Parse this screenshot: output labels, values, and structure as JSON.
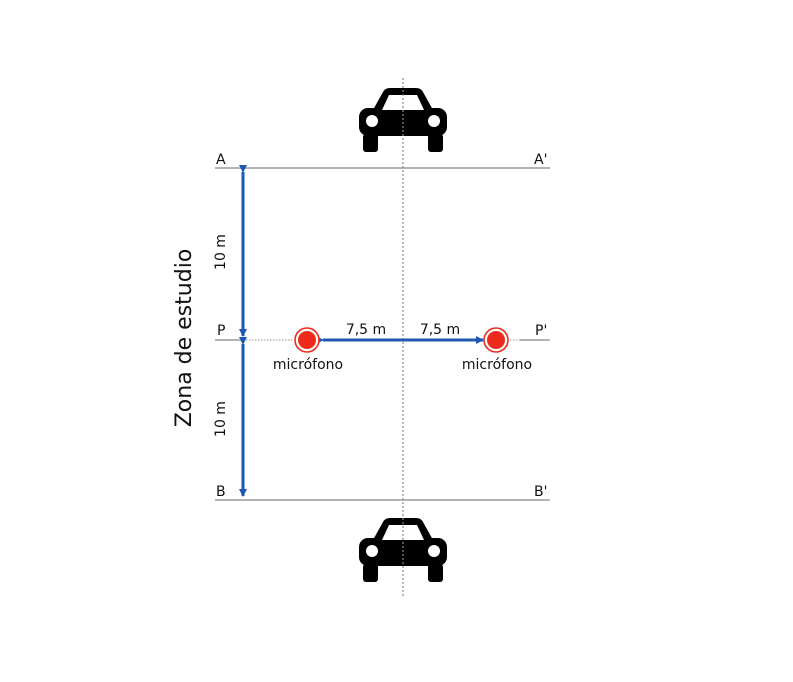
{
  "zone_label": "Zona de estudio",
  "points": {
    "a": "A",
    "a_prime": "A'",
    "p": "P",
    "p_prime": "P'",
    "b": "B",
    "b_prime": "B'"
  },
  "distances": {
    "upper_vertical": "10 m",
    "lower_vertical": "10 m",
    "left_horizontal": "7,5 m",
    "right_horizontal": "7,5 m"
  },
  "microphones": {
    "left_label": "micrófono",
    "right_label": "micrófono"
  },
  "colors": {
    "arrow": "#1f57b5",
    "line": "#9a9a9a",
    "center_line": "#8a8a8a",
    "mic_fill": "#ee2a1c",
    "car": "#000000"
  },
  "icons": {
    "vehicle_top": "car-icon",
    "vehicle_bottom": "car-icon",
    "mic_left": "microphone-icon",
    "mic_right": "microphone-icon"
  }
}
